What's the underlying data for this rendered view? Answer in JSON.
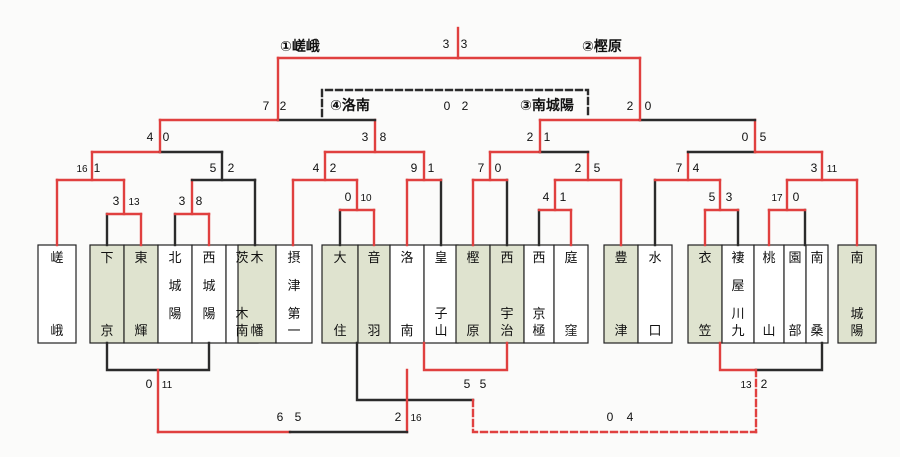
{
  "labels": {
    "l1": "①嵯峨",
    "l2": "②樫原",
    "l3": "③南城陽",
    "l4": "④洛南"
  },
  "teams": [
    {
      "id": "t1",
      "lines": [
        "嵯",
        "",
        "",
        "峨"
      ],
      "shaded": false
    },
    {
      "id": "t2",
      "lines": [
        "下",
        "",
        "",
        "京"
      ],
      "shaded": true
    },
    {
      "id": "t3",
      "lines": [
        "東",
        "",
        "",
        "輝"
      ],
      "shaded": true
    },
    {
      "id": "t4",
      "lines": [
        "北",
        "城",
        "陽",
        ""
      ],
      "shaded": false
    },
    {
      "id": "t5",
      "lines": [
        "西",
        "城",
        "陽",
        ""
      ],
      "shaded": false
    },
    {
      "id": "t6",
      "lines": [
        "茨",
        "",
        "木",
        "南"
      ],
      "shaded": false
    },
    {
      "id": "t7",
      "lines": [
        "木",
        "",
        "",
        "幡"
      ],
      "shaded": true
    },
    {
      "id": "t8",
      "lines": [
        "摂",
        "津",
        "第",
        "一"
      ],
      "shaded": false
    },
    {
      "id": "t9",
      "lines": [
        "大",
        "",
        "",
        "住"
      ],
      "shaded": true
    },
    {
      "id": "t10",
      "lines": [
        "音",
        "",
        "",
        "羽"
      ],
      "shaded": true
    },
    {
      "id": "t11",
      "lines": [
        "洛",
        "",
        "",
        "南"
      ],
      "shaded": false
    },
    {
      "id": "t12",
      "lines": [
        "皇",
        "",
        "子",
        "山"
      ],
      "shaded": false
    },
    {
      "id": "t13",
      "lines": [
        "樫",
        "",
        "",
        "原"
      ],
      "shaded": true
    },
    {
      "id": "t14",
      "lines": [
        "西",
        "",
        "宇",
        "治"
      ],
      "shaded": true
    },
    {
      "id": "t15",
      "lines": [
        "西",
        "",
        "京",
        "極"
      ],
      "shaded": false
    },
    {
      "id": "t16",
      "lines": [
        "庭",
        "",
        "",
        "窪"
      ],
      "shaded": false
    },
    {
      "id": "t17",
      "lines": [
        "豊",
        "",
        "",
        "津"
      ],
      "shaded": true
    },
    {
      "id": "t18",
      "lines": [
        "水",
        "",
        "",
        "口"
      ],
      "shaded": false
    },
    {
      "id": "t19",
      "lines": [
        "衣",
        "",
        "",
        "笠"
      ],
      "shaded": true
    },
    {
      "id": "t20",
      "lines": [
        "褄",
        "屋",
        "川",
        "九"
      ],
      "shaded": false
    },
    {
      "id": "t21",
      "lines": [
        "桃",
        "",
        "",
        "山"
      ],
      "shaded": false
    },
    {
      "id": "t22",
      "lines": [
        "園",
        "",
        "",
        "部"
      ],
      "shaded": false
    },
    {
      "id": "t23",
      "lines": [
        "南",
        "",
        "",
        "桑"
      ],
      "shaded": false
    },
    {
      "id": "t24",
      "lines": [
        "南",
        "",
        "城",
        "陽"
      ],
      "shaded": true
    }
  ],
  "scores": {
    "m1a": "3",
    "m1b": "13",
    "m2a": "3",
    "m2b": "8",
    "m3a": "16",
    "m3b": "1",
    "m4a": "5",
    "m4b": "2",
    "m5a": "4",
    "m5b": "0",
    "m6a": "0",
    "m6b": "10",
    "m7a": "4",
    "m7b": "2",
    "m8a": "9",
    "m8b": "1",
    "m9a": "3",
    "m9b": "8",
    "m10a": "7",
    "m10b": "2",
    "m11a": "7",
    "m11b": "0",
    "m12a": "4",
    "m12b": "1",
    "m13a": "2",
    "m13b": "5",
    "m14a": "2",
    "m14b": "1",
    "m15a": "5",
    "m15b": "3",
    "m16a": "17",
    "m16b": "0",
    "m17a": "7",
    "m17b": "4",
    "m18a": "3",
    "m18b": "11",
    "m19a": "0",
    "m19b": "5",
    "m20a": "2",
    "m20b": "0",
    "m21a": "3",
    "m21b": "3",
    "m22a": "0",
    "m22b": "2",
    "c1a": "0",
    "c1b": "11",
    "c2a": "5",
    "c2b": "5",
    "c3a": "13",
    "c3b": "2",
    "c4a": "6",
    "c4b": "5",
    "c5a": "2",
    "c5b": "16",
    "c6a": "0",
    "c6b": "4"
  }
}
